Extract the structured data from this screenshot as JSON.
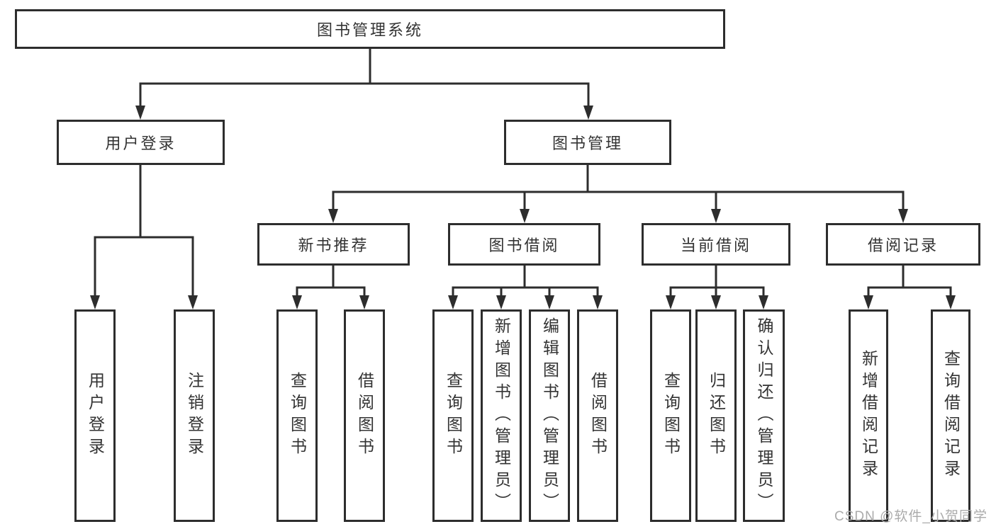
{
  "diagram": {
    "root": {
      "label": "图书管理系统"
    },
    "level2": [
      {
        "label": "用户登录"
      },
      {
        "label": "图书管理"
      }
    ],
    "level3": [
      {
        "label": "新书推荐"
      },
      {
        "label": "图书借阅"
      },
      {
        "label": "当前借阅"
      },
      {
        "label": "借阅记录"
      }
    ],
    "leaves": [
      {
        "label": "用户登录"
      },
      {
        "label": "注销登录"
      },
      {
        "label": "查询图书"
      },
      {
        "label": "借阅图书"
      },
      {
        "label": "查询图书"
      },
      {
        "label": "新增图书（管理员）"
      },
      {
        "label": "编辑图书（管理员）"
      },
      {
        "label": "借阅图书"
      },
      {
        "label": "查询图书"
      },
      {
        "label": "归还图书"
      },
      {
        "label": "确认归还（管理员）"
      },
      {
        "label": "新增借阅记录"
      },
      {
        "label": "查询借阅记录"
      }
    ]
  },
  "watermark": {
    "text": "CSDN @软件_小贺同学"
  },
  "colors": {
    "line": "#2d2d2d",
    "text": "#333333",
    "background": "#ffffff",
    "watermark": "#ababab"
  }
}
